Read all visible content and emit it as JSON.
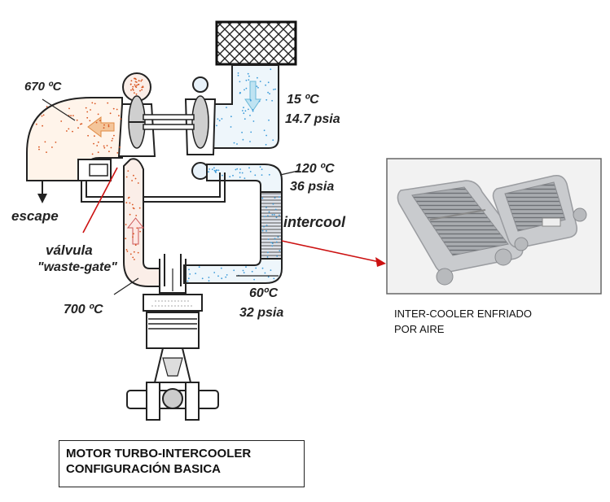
{
  "labels": {
    "temp_exhaust": "670 ºC",
    "temp_intake": "15 ºC",
    "pressure_intake": "14.7 psia",
    "temp_compressor_out": "120 ºC",
    "pressure_compressor_out": "36 psia",
    "intercooler": "intercool",
    "escape": "escape",
    "valve_line1": "válvula",
    "valve_line2": "\"waste-gate\"",
    "temp_cylinder": "700 ºC",
    "temp_cooled": "60ºC",
    "pressure_cooled": "32 psia"
  },
  "photo_caption": {
    "line1": "INTER-COOLER ENFRIADO",
    "line2": "POR AIRE"
  },
  "title_box": {
    "line1": "MOTOR TURBO-INTERCOOLER",
    "line2": "CONFIGURACIÓN BASICA"
  },
  "colors": {
    "hot_dots": "#d9531e",
    "cold_dots": "#3a9ad9",
    "pointer_line": "#cc1111",
    "pipe_outline": "#222222"
  }
}
